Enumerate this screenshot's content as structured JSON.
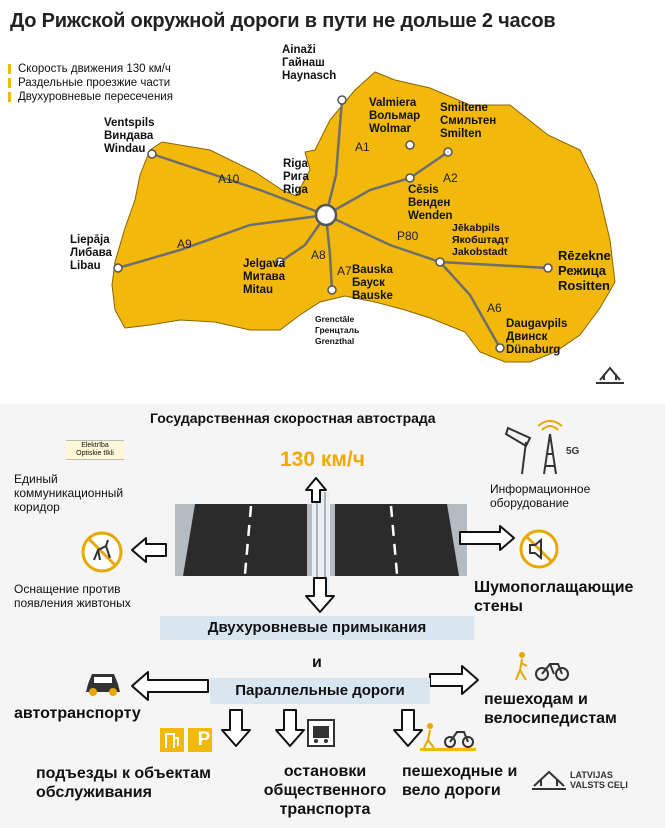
{
  "title": "До Рижской окружной дороги в пути не дольше 2 часов",
  "legend": [
    "Скорость движения 130 км/ч",
    "Раздельные проезжие части",
    "Двухуровневые пересечения"
  ],
  "cities": {
    "ainazi": [
      "Ainaži",
      "Гайнаш",
      "Haynasch"
    ],
    "ventspils": [
      "Ventspils",
      "Виндава",
      "Windau"
    ],
    "valmiera": [
      "Valmiera",
      "Вольмар",
      "Wolmar"
    ],
    "smiltene": [
      "Smiltene",
      "Смильтен",
      "Smilten"
    ],
    "riga": [
      "Riga",
      "Рига",
      "Riga"
    ],
    "cesis": [
      "Cēsis",
      "Венден",
      "Wenden"
    ],
    "liepaja": [
      "Liepāja",
      "Либава",
      "Libau"
    ],
    "jekabpils": [
      "Jēkabpils",
      "Якобштадт",
      "Jakobstadt"
    ],
    "rezekne": [
      "Rēzekne",
      "Режица",
      "Rositten"
    ],
    "jelgava": [
      "Jelgava",
      "Митава",
      "Mitau"
    ],
    "bauska": [
      "Bauska",
      "Бауск",
      "Bauske"
    ],
    "grenctale": [
      "Grenctāle",
      "Гренцталь",
      "Grenzthal"
    ],
    "daugavpils": [
      "Daugavpils",
      "Двинск",
      "Dünaburg"
    ]
  },
  "roads": {
    "a1": "A1",
    "a2": "A2",
    "a10": "A10",
    "a9": "A9",
    "a8": "A8",
    "a7": "A7",
    "p80": "P80",
    "a6": "A6"
  },
  "infographic": {
    "header": "Государственная скоростная автострада",
    "speed": "130 км/ч",
    "sign_lines": [
      "Elektrība",
      "Optiskie tīkli"
    ],
    "comm": [
      "Единый",
      "коммуникационный",
      "коридор"
    ],
    "info_equipment": [
      "Информационное",
      "оборудование"
    ],
    "fiveg": "5G",
    "animals": [
      "Оснащение против",
      "появления живтоных"
    ],
    "noise": [
      "Шумопоглащающие",
      "стены"
    ],
    "interchanges": "Двухуровневые примыкания",
    "and": "и",
    "parallel": "Параллельные дороги",
    "cars": "автотранспорту",
    "peds": [
      "пешеходам и",
      "велосипедистам"
    ],
    "services": [
      "подъезды к объектам",
      "обслуживания"
    ],
    "transit": [
      "остановки",
      "общественного",
      "транспорта"
    ],
    "paths": [
      "пешеходные и",
      "вело дороги"
    ],
    "parking": "P",
    "logo": [
      "LATVIJAS",
      "VALSTS CEĻI"
    ]
  },
  "colors": {
    "map": "#f2b90c",
    "road": "#6e6e6e",
    "accent": "#f2a900",
    "bar": "#d9e6ef"
  }
}
